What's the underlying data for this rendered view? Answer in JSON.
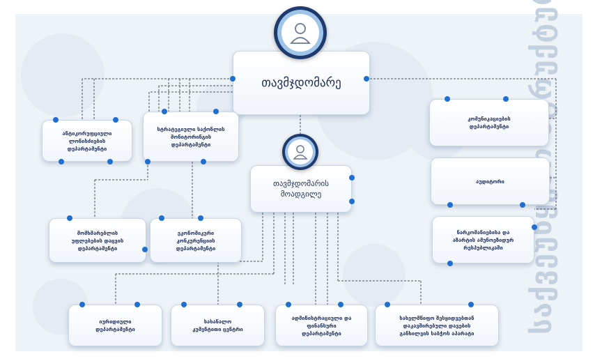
{
  "side_title": "საქვეუწყებო სტრუქტურა",
  "icons": {
    "chair": "user-icon",
    "deputy": "user-icon"
  },
  "colors": {
    "dot": "#1f6fd1",
    "avatar": "#1f3a6e",
    "text": "#1e2e56"
  },
  "chair": "თავმჯდომარე",
  "deputy": "თავმჯდომარის\nმოადგილე",
  "departments": {
    "anticorruption": "ანტიკორუფციული\nლონისძიების\nდეპარტამენტი",
    "strategic": "სტრატეგიული საქონლის\nმონიტორინგის\nდეპარტამენტი",
    "communication": "კომუნიკაციების\nდეპარტამენტი",
    "auditor": "აუდიტორი",
    "appeal": "ნარკომანიებისა და\nაზარტის ამუნოეზიდურ\nრესპუბლიკაში",
    "consumer": "მომხმარებლის\nუფლებების დაცვის\nდეპარტამენტი",
    "economic": "ეკონომიკური\nკონკურენციის\nდეპარტამენტი",
    "legal": "იურიდიული\nდეპარტამენტი",
    "call_center": "სახანალო\nკუმენტითი ცენტრი",
    "admin_finance": "ადმინისტრაციული და\nფინანსური\nდეპარტამენტი",
    "regional": "სახელმწიფო შესყიდვებთან\nდაკავშირებული დავების\nგანხილვის საბჭოს აპარატი"
  }
}
